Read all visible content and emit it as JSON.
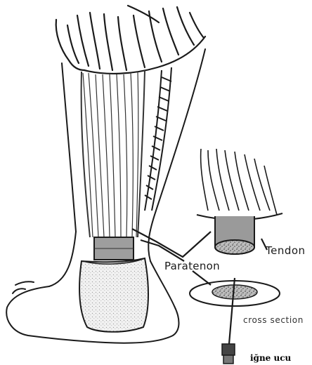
{
  "labels": {
    "tendon": "Tendon",
    "paratenon": "Paratenon",
    "cross_section": "cross section",
    "needle_tip": "iğne ucu"
  },
  "colors": {
    "ink": "#1a1a1a",
    "paper": "#ffffff",
    "shade": "#555555"
  }
}
